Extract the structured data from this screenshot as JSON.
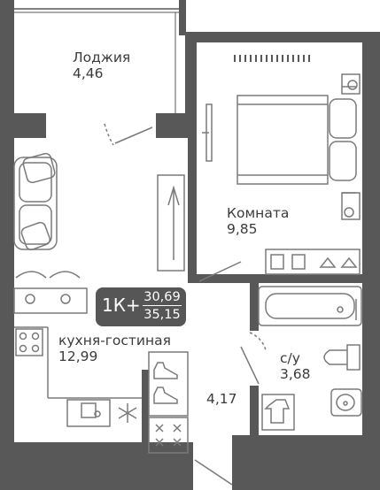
{
  "rooms": {
    "loggia": {
      "name": "Лоджия",
      "area": "4,46"
    },
    "bedroom": {
      "name": "Комната",
      "area": "9,85"
    },
    "kitchen": {
      "name": "кухня-гостиная",
      "area": "12,99"
    },
    "bathroom": {
      "name": "с/у",
      "area": "3,68"
    },
    "hallway": {
      "area": "4,17"
    }
  },
  "badge": {
    "type": "1К+",
    "living_area": "30,69",
    "total_area": "35,15"
  },
  "colors": {
    "wall": "#585858",
    "fixture": "#7a7a7a",
    "background": "#ffffff",
    "badge": "#565656"
  }
}
